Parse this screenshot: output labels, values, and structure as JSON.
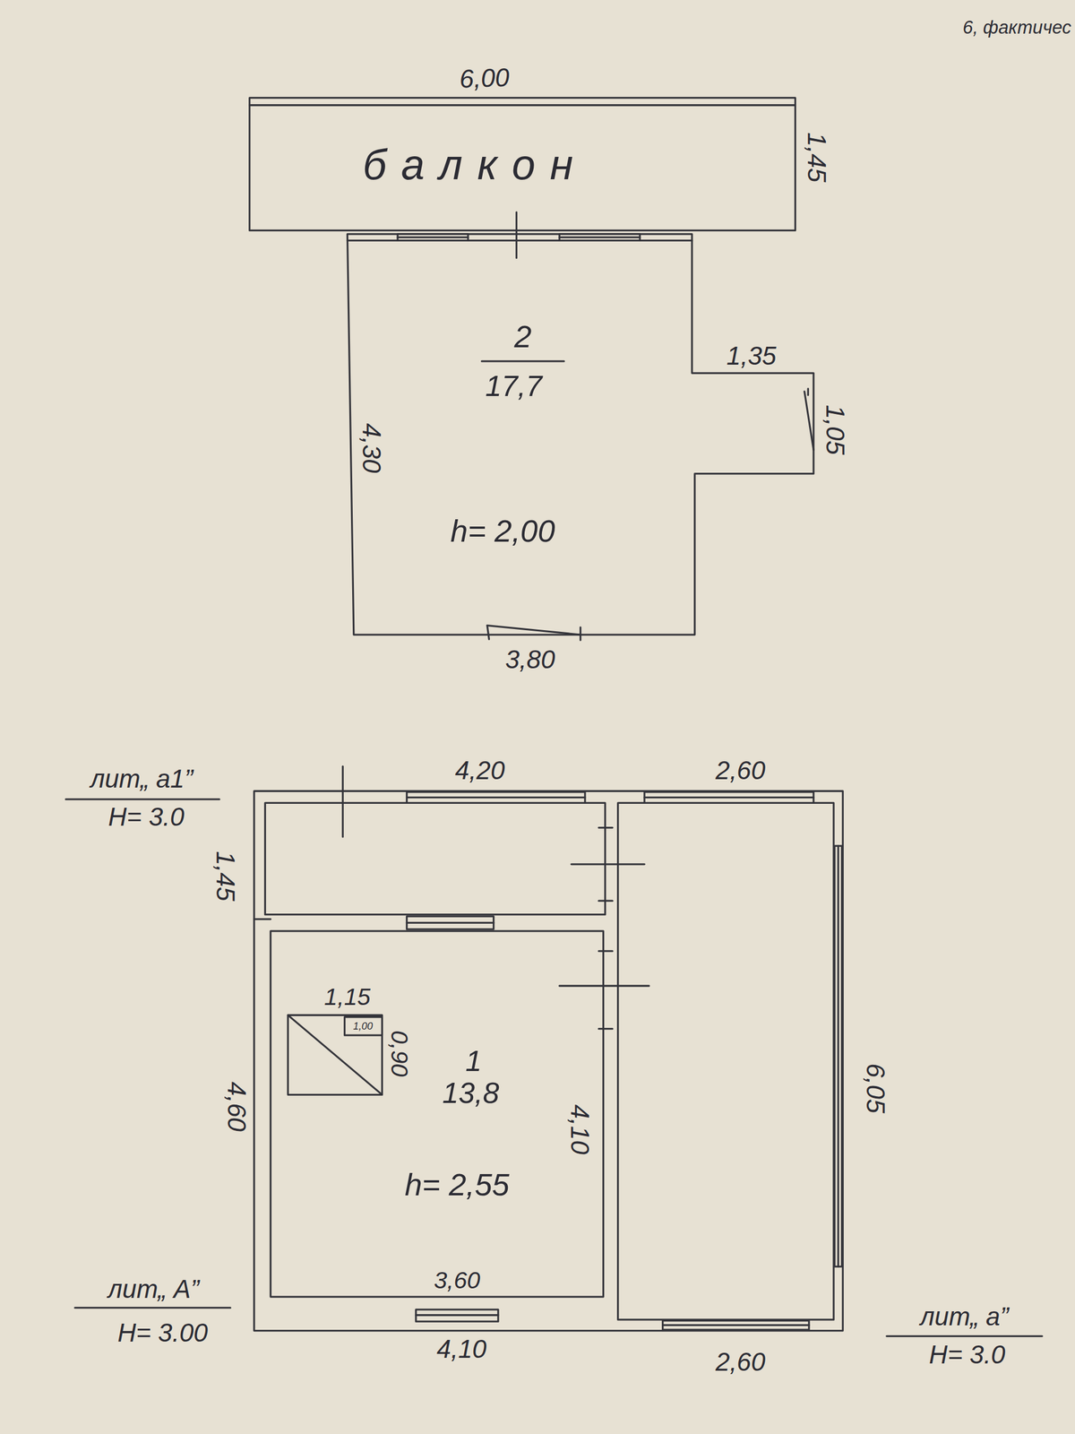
{
  "diagram": {
    "nodes": [
      {
        "text": [
          "балкон"
        ]
      },
      {
        "text": [
          "2",
          "17,7",
          "h= 2,00"
        ]
      },
      {
        "text": [
          "1",
          "13,8",
          "h= 2,55"
        ]
      }
    ],
    "labels": [
      "6, фактичес",
      "6,00",
      "1,45",
      "1,35",
      "1,05",
      "4,30",
      "3,80",
      "лит„ а1”",
      "H= 3.0",
      "4,20",
      "2,60",
      "1,45",
      "1,15",
      "1,00",
      "0,90",
      "4,60",
      "4,10",
      "6,05",
      "3,60",
      "4,10",
      "2,60",
      "лит„ А”",
      "H= 3.00",
      "лит„ а”",
      "H= 3.0"
    ]
  }
}
